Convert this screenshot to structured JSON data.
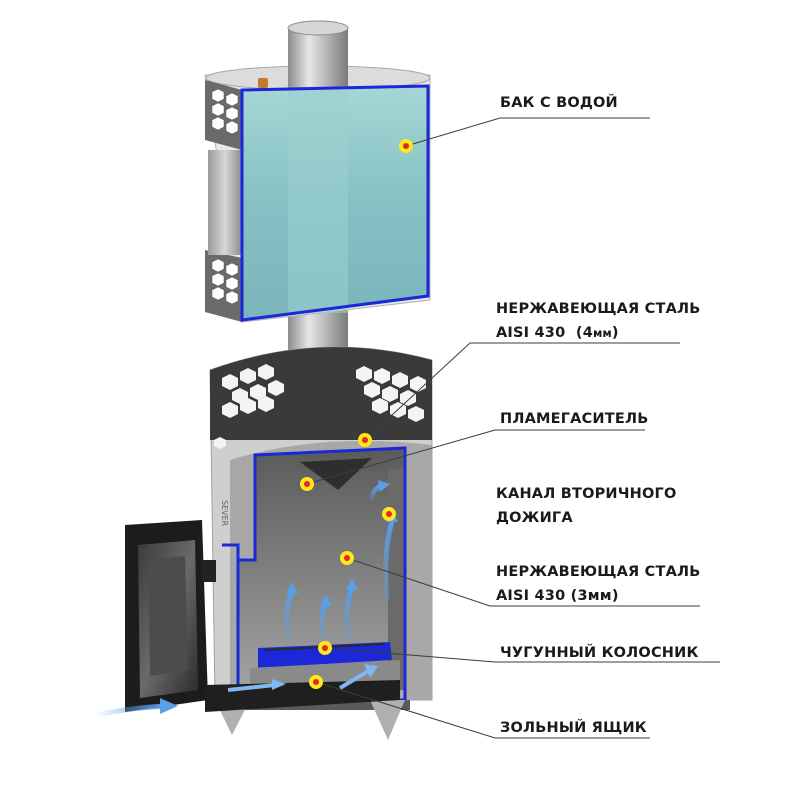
{
  "labels": {
    "water_tank": "БАК С ВОДОЙ",
    "steel_4mm_line1": "НЕРЖАВЕЮЩАЯ СТАЛЬ",
    "steel_4mm_line2": "AISI 430",
    "steel_4mm_thickness_num": "(4",
    "steel_4mm_thickness_unit": "мм",
    "steel_4mm_thickness_close": ")",
    "flame_arrester": "ПЛАМЕГАСИТЕЛЬ",
    "afterburn_line1": "КАНАЛ ВТОРИЧНОГО",
    "afterburn_line2": "ДОЖИГА",
    "steel_3mm_line1": "НЕРЖАВЕЮЩАЯ СТАЛЬ",
    "steel_3mm_line2": "AISI 430  (3мм)",
    "grate": "ЧУГУННЫЙ КОЛОСНИК",
    "ash_box": "ЗОЛЬНЫЙ ЯЩИК"
  },
  "brand_mark": "SEVER",
  "colors": {
    "water": "#8cc6c9",
    "outline_blue": "#1a28d8",
    "callout_line": "#3c3c3c",
    "dot_yellow": "#ffe81a",
    "dot_red": "#e0282c",
    "airflow_blue": "#5a9fe6",
    "steel_light": "#c6c6c6",
    "steel_dark": "#4a4a4a",
    "door_black": "#1c1c1c"
  }
}
